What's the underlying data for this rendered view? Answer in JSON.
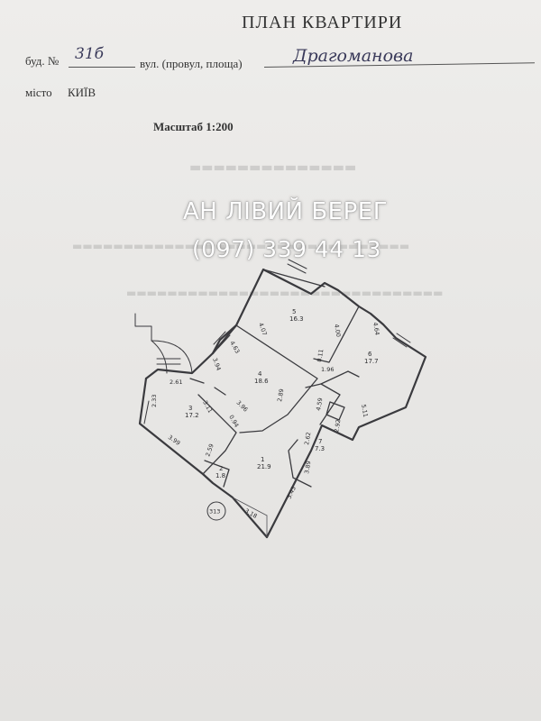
{
  "header": {
    "title": "ПЛАН КВАРТИРИ",
    "building_label": "буд. №",
    "building_number": "31б",
    "street_label": "вул. (провул, площа)",
    "street_name": "Драгоманова",
    "city_label": "місто",
    "city_name": "КИЇВ",
    "scale": "Масштаб 1:200"
  },
  "watermark": {
    "line1": "АН ЛІВИЙ БЕРЕГ",
    "line2": "(097) 339 44 13"
  },
  "plan": {
    "stamp": "313",
    "rooms": [
      {
        "id": "room-1",
        "number": "1",
        "area": "21.9"
      },
      {
        "id": "room-2",
        "number": "2",
        "area": "1.8"
      },
      {
        "id": "room-3",
        "number": "3",
        "area": "17.2"
      },
      {
        "id": "room-4",
        "number": "4",
        "area": "18.6"
      },
      {
        "id": "room-5",
        "number": "5",
        "area": "16.3"
      },
      {
        "id": "room-6",
        "number": "6",
        "area": "17.7"
      },
      {
        "id": "room-7",
        "number": "7",
        "area": "7.3"
      }
    ],
    "dimensions": [
      "2.33",
      "2.61",
      "3.11",
      "3.99",
      "2.59",
      "3.94",
      "4.63",
      "3.96",
      "2.89",
      "0.94",
      "4.07",
      "4.00",
      "4.64",
      "0.11",
      "1.96",
      "5.11",
      "4.59",
      "2.62",
      "2.92",
      "3.89",
      "3.43",
      "3.18"
    ]
  }
}
